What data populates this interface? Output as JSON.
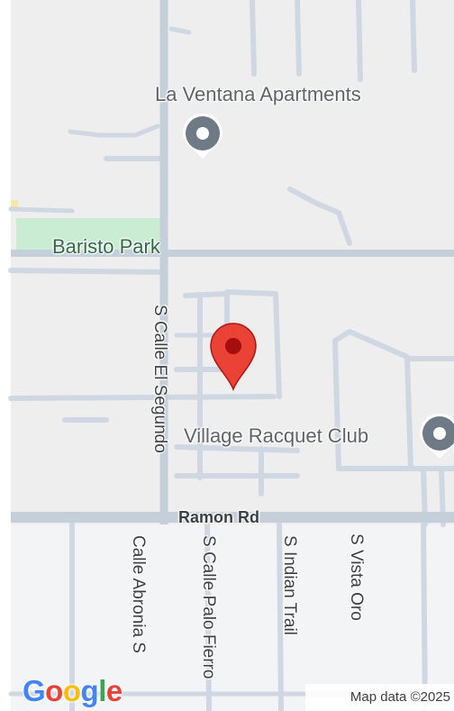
{
  "labels": {
    "poi_la_ventana": "La Ventana Apartments",
    "poi_village_racquet": "Village Racquet Club",
    "park_baristo": "Baristo Park",
    "street_calle_el_segundo": "S Calle El Segundo",
    "street_ramon_rd": "Ramon Rd",
    "street_calle_abronia": "Calle Abronia S",
    "street_calle_palo_fierro": "S Calle Palo Fierro",
    "street_indian_trail": "S Indian Trail",
    "street_vista_oro": "S Vista Oro"
  },
  "branding": {
    "logo": "Google",
    "attribution": "Map data ©2025"
  },
  "icons": {
    "poi_marker": "place-pin-icon",
    "location_marker": "red-map-pin-icon"
  },
  "colors": {
    "land": "#eeeeee",
    "road": "#c9d3de",
    "park": "#c9ecd3",
    "marker_red": "#ea4335",
    "poi_gray": "#6e7b87"
  }
}
